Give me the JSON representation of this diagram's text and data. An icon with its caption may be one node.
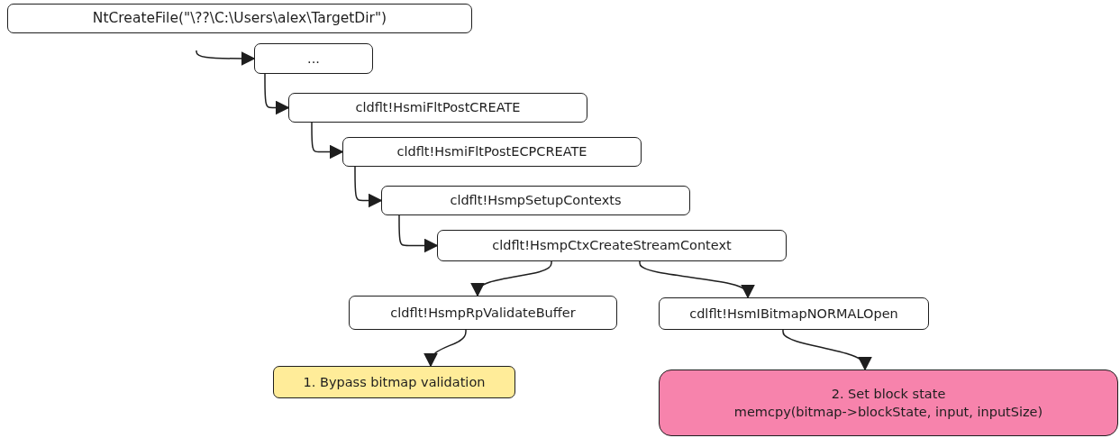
{
  "diagram": {
    "nodes": [
      {
        "text": [
          "NtCreateFile(\"\\??\\C:\\Users\\alex\\TargetDir\")"
        ]
      },
      {
        "text": [
          "..."
        ]
      },
      {
        "text": [
          "cldflt!HsmiFltPostCREATE"
        ]
      },
      {
        "text": [
          "cldflt!HsmiFltPostECPCREATE"
        ]
      },
      {
        "text": [
          "cldflt!HsmpSetupContexts"
        ]
      },
      {
        "text": [
          "cldflt!HsmpCtxCreateStreamContext"
        ]
      },
      {
        "text": [
          "cldflt!HsmpRpValidateBuffer"
        ]
      },
      {
        "text": [
          "cdlflt!HsmIBitmapNORMALOpen"
        ]
      },
      {
        "text": [
          "1. Bypass bitmap validation"
        ]
      },
      {
        "text": [
          "2. Set block state",
          "memcpy(bitmap->blockState, input, inputSize)"
        ]
      }
    ],
    "edges": [
      {
        "from": null,
        "to": 1,
        "arrow": "to"
      },
      {
        "from": 1,
        "to": 2,
        "arrow": "to"
      },
      {
        "from": 2,
        "to": 3,
        "arrow": "to"
      },
      {
        "from": 3,
        "to": 4,
        "arrow": "to"
      },
      {
        "from": 4,
        "to": 5,
        "arrow": "to"
      },
      {
        "from": 5,
        "to": 6,
        "arrow": "to"
      },
      {
        "from": 5,
        "to": 7,
        "arrow": "to"
      },
      {
        "from": 6,
        "to": 8,
        "arrow": "to"
      },
      {
        "from": 7,
        "to": 9,
        "arrow": "to"
      }
    ]
  }
}
